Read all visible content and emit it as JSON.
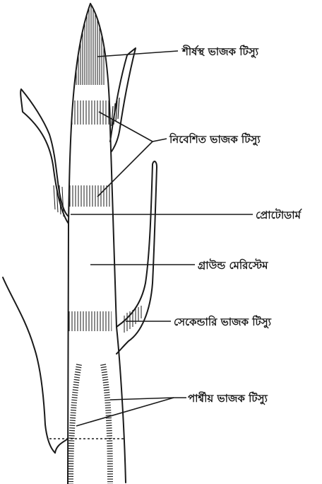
{
  "labels": {
    "apical": "শীর্ষস্থ ভাজক টিস্যু",
    "intercalary": "নিবেশিত ভাজক টিস্যু",
    "protoderm": "প্রোটোডার্ম",
    "ground_meristem": "গ্রাউন্ড মেরিস্টেম",
    "secondary": "সেকেন্ডারি ভাজক টিস্যু",
    "lateral": "পার্শ্বীয় ভাজক টিস্যু"
  }
}
